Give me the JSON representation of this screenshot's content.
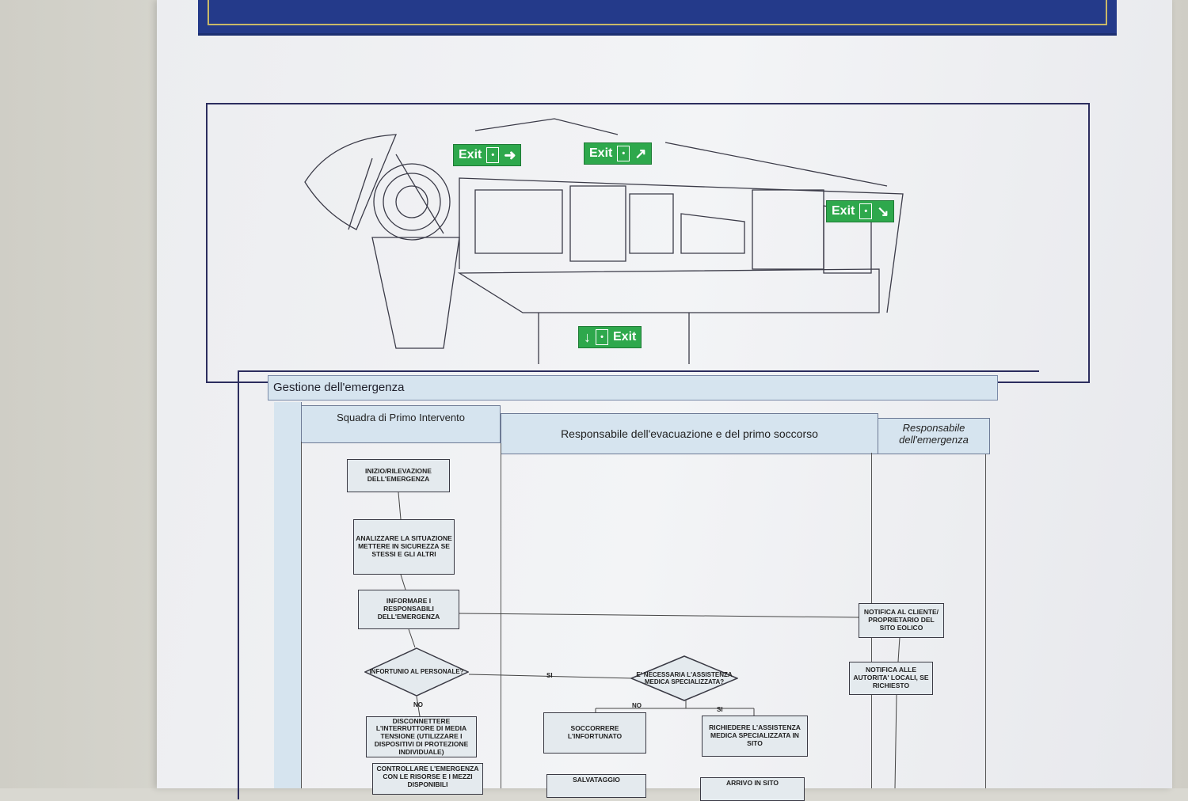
{
  "drawing": {
    "exit_labels": [
      "Exit",
      "Exit",
      "Exit",
      "Exit"
    ]
  },
  "emergency": {
    "title": "Gestione dell'emergenza",
    "lanes": [
      "Squadra di Primo Intervento",
      "Responsabile dell'evacuazione e del primo soccorso",
      "Responsabile dell'emergenza"
    ],
    "boxes": {
      "start": "INIZIO/RILEVAZIONE DELL'EMERGENZA",
      "analyze": "ANALIZZARE LA SITUAZIONE METTERE IN SICUREZZA SE STESSI E GLI ALTRI",
      "inform": "INFORMARE I RESPONSABILI DELL'EMERGENZA",
      "injury_question": "INFORTUNIO AL PERSONALE?",
      "disconnect": "DISCONNETTERE L'INTERRUTTORE DI MEDIA TENSIONE (UTILIZZARE I DISPOSITIVI DI PROTEZIONE INDIVIDUALE)",
      "control": "CONTROLLARE L'EMERGENZA CON LE RISORSE E I MEZZI DISPONIBILI",
      "medical_question": "E' NECESSARIA L'ASSISTENZA MEDICA SPECIALIZZATA?",
      "rescue": "SOCCORRERE L'INFORTUNATO",
      "request": "RICHIEDERE L'ASSISTENZA MEDICA SPECIALIZZATA IN SITO",
      "salvage": "SALVATAGGIO",
      "arrival": "ARRIVO IN SITO",
      "notify_client": "NOTIFICA AL CLIENTE/ PROPRIETARIO DEL SITO EOLICO",
      "notify_authorities": "NOTIFICA ALLE AUTORITA' LOCALI, SE RICHIESTO"
    },
    "labels": {
      "si_1": "SI",
      "no_1": "NO",
      "no_2": "NO",
      "si_2": "SI"
    }
  },
  "colors": {
    "banner": "#243a8a",
    "exit_green": "#2ea84c",
    "lane_fill": "#d6e4ef"
  }
}
